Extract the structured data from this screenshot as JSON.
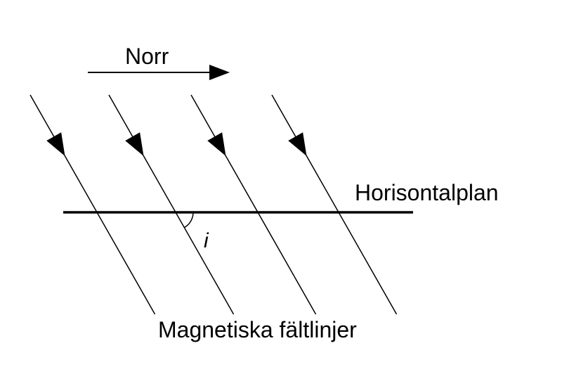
{
  "labels": {
    "north": "Norr",
    "horizontal_plane": "Horisontalplan",
    "angle": "i",
    "field_lines": "Magnetiska fältlinjer"
  },
  "colors": {
    "ink": "#000000",
    "background": "#ffffff"
  }
}
